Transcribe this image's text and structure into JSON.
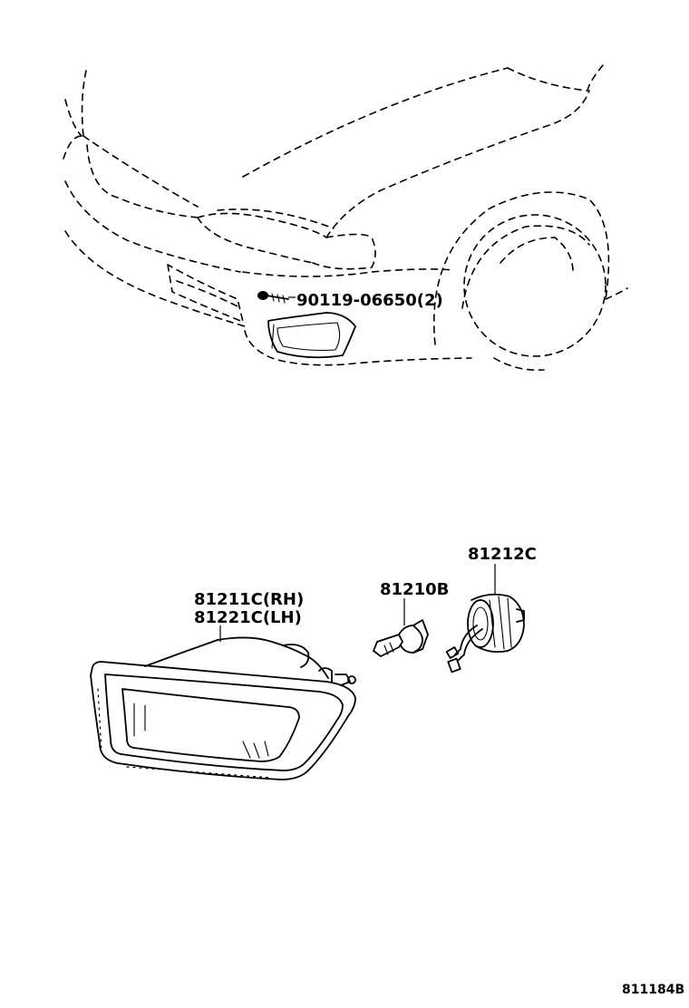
{
  "diagram": {
    "callouts": {
      "bolt": "90119-06650(2)",
      "lamp_rh": "81211C(RH)",
      "lamp_lh": "81221C(LH)",
      "bulb": "81210B",
      "socket": "81212C"
    },
    "figure_code": "811184B"
  }
}
